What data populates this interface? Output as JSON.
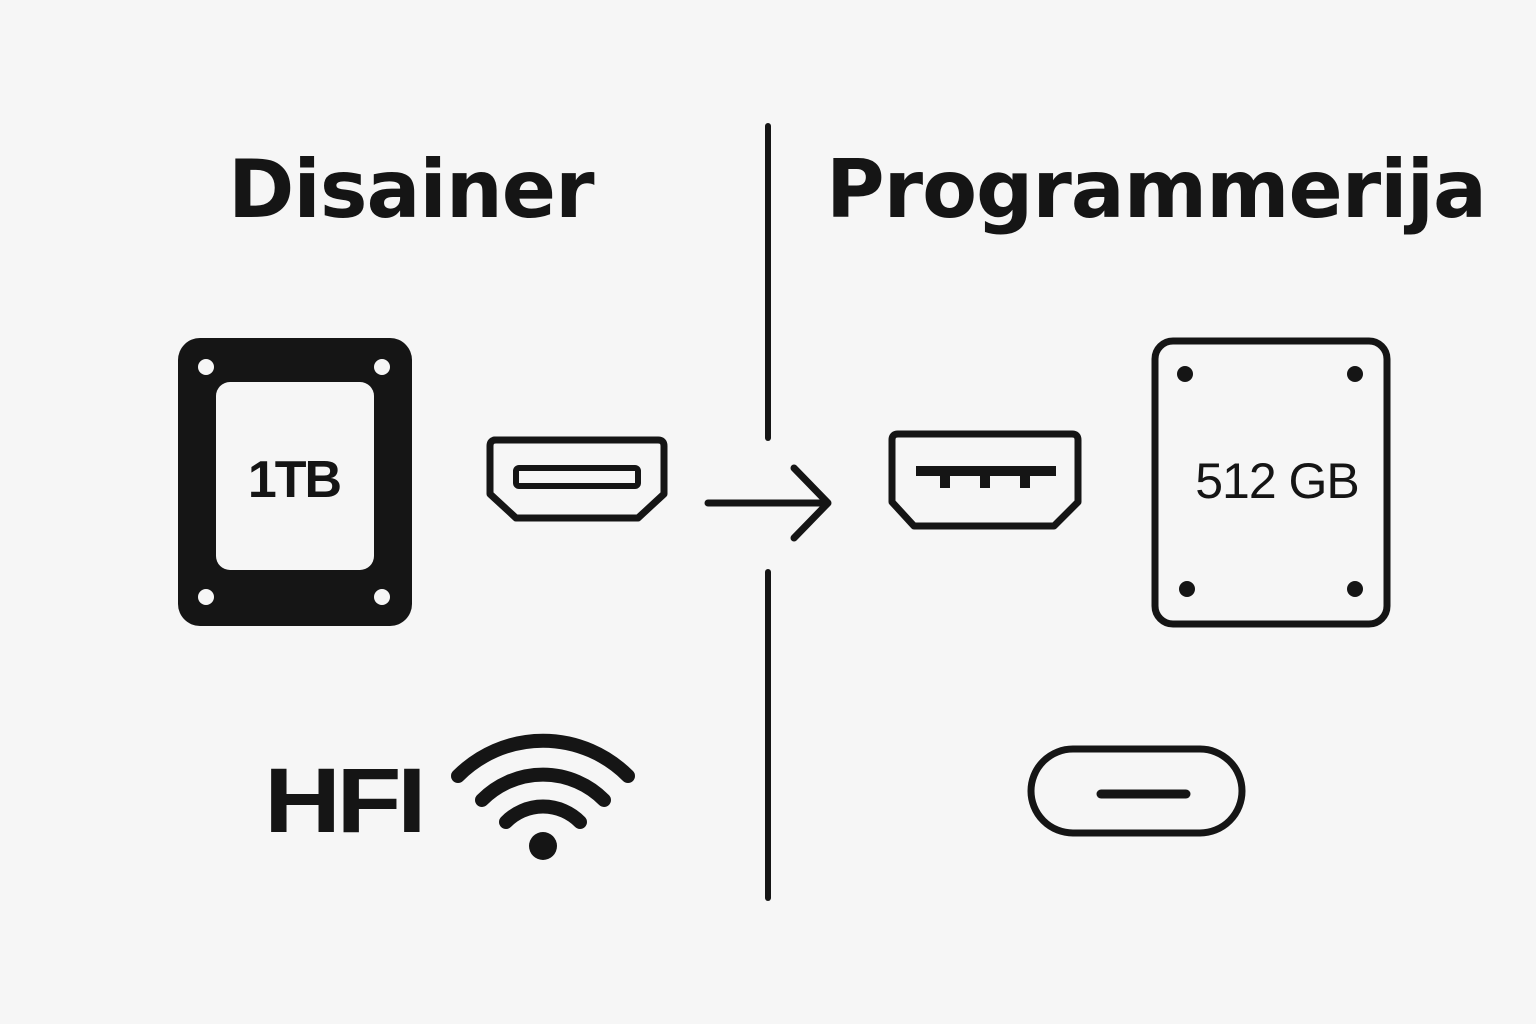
{
  "left": {
    "title": "Disainer",
    "drive_capacity": "1TB",
    "label": "HFI"
  },
  "right": {
    "title": "Programmerija",
    "drive_capacity": "512 GB"
  },
  "icons": {
    "left_drive": "hard-drive-icon",
    "left_port": "hdmi-port-icon",
    "left_wireless": "wifi-icon",
    "arrow": "arrow-right-icon",
    "right_port": "usb-a-port-icon",
    "right_drive": "ssd-icon",
    "right_port_bottom": "usb-c-port-icon"
  },
  "colors": {
    "background": "#f6f6f6",
    "ink": "#151515"
  }
}
